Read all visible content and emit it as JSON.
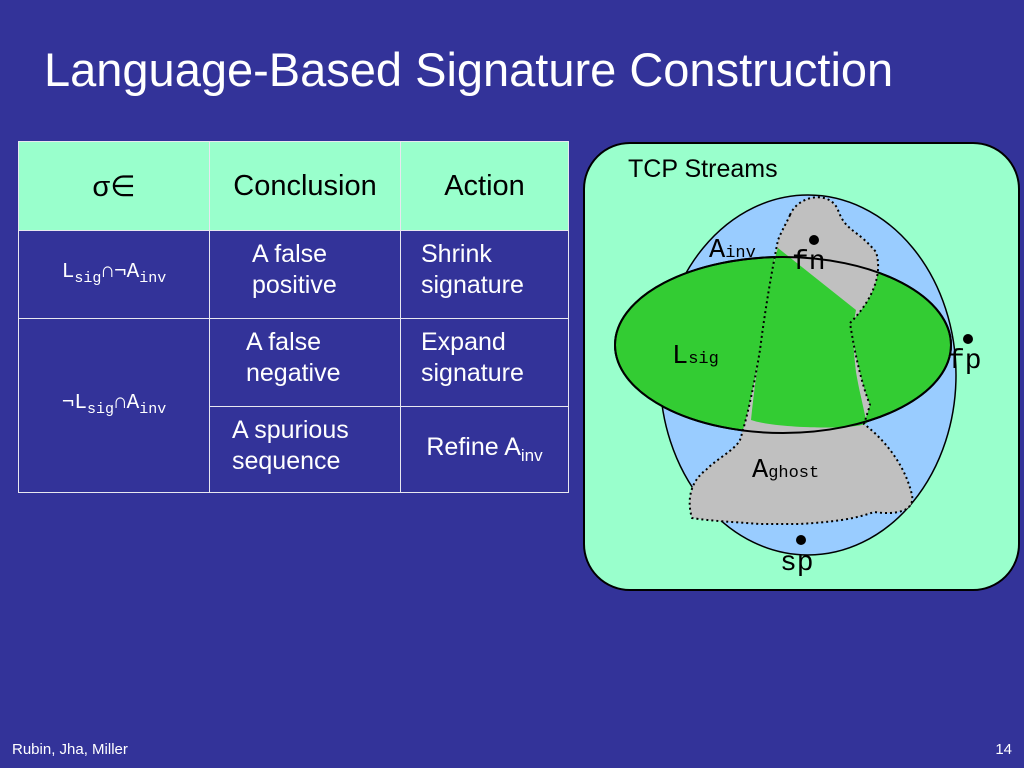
{
  "slide": {
    "title": "Language-Based Signature Construction",
    "footer_left": "Rubin, Jha, Miller",
    "page_number": "14"
  },
  "table": {
    "headers": {
      "sigma": "σ∈",
      "conclusion": "Conclusion",
      "action": "Action"
    },
    "row1_label": {
      "l": "L",
      "l_sub": "sig",
      "ops": "∩¬",
      "a": "A",
      "a_sub": "inv"
    },
    "row2_label": {
      "neg": "¬",
      "l": "L",
      "l_sub": "sig",
      "op": "∩",
      "a": "A",
      "a_sub": "inv"
    },
    "rows": [
      {
        "conclusion_1": "A false",
        "conclusion_2": "positive",
        "action_1": "Shrink",
        "action_2": "signature"
      },
      {
        "conclusion_1": "A false",
        "conclusion_2": "negative",
        "action_1": "Expand",
        "action_2": "signature"
      },
      {
        "conclusion_1": "A spurious",
        "conclusion_2": "sequence",
        "action": "Refine A",
        "action_sub": "inv"
      }
    ]
  },
  "diagram": {
    "stream_title": "TCP Streams",
    "a_inv": "A",
    "a_inv_sub": "inv",
    "l_sig": "L",
    "l_sig_sub": "sig",
    "a_ghost": "A",
    "a_ghost_sub": "ghost",
    "fn": "fn",
    "fp": "fp",
    "sp": "sp",
    "colors": {
      "background": "#333399",
      "table_header": "#99ffcc",
      "streams_box": "#99ffcc",
      "a_inv_region": "#99ccff",
      "l_sig_region": "#33cc33",
      "ghost_region": "#c0c0c0"
    }
  }
}
